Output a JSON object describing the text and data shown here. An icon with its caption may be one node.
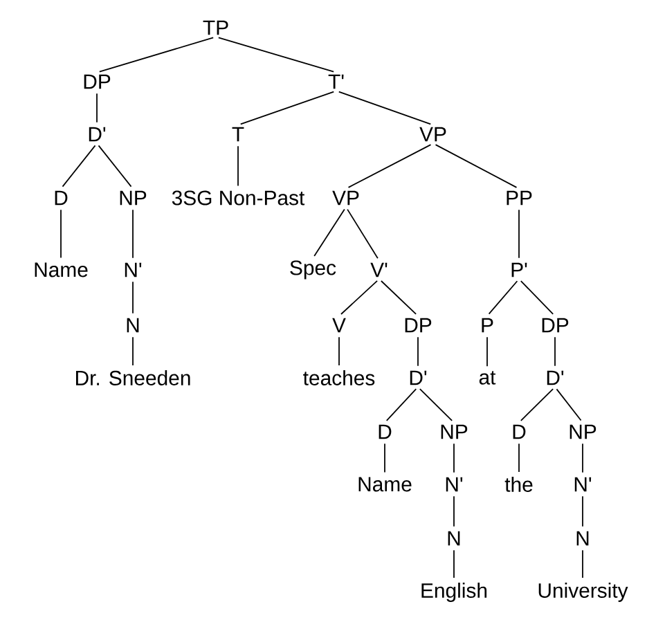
{
  "diagram": {
    "nodes": [
      {
        "text": [
          "TP"
        ]
      },
      {
        "text": [
          "DP"
        ]
      },
      {
        "text": [
          "T'"
        ]
      },
      {
        "text": [
          "D'"
        ]
      },
      {
        "text": [
          "T"
        ]
      },
      {
        "text": [
          "VP"
        ]
      },
      {
        "text": [
          "D"
        ]
      },
      {
        "text": [
          "NP"
        ]
      },
      {
        "text": [
          "3SG Non-Past"
        ]
      },
      {
        "text": [
          "VP"
        ]
      },
      {
        "text": [
          "PP"
        ]
      },
      {
        "text": [
          "Name"
        ]
      },
      {
        "text": [
          "N'"
        ]
      },
      {
        "text": [
          "Spec"
        ]
      },
      {
        "text": [
          "V'"
        ]
      },
      {
        "text": [
          "P'"
        ]
      },
      {
        "text": [
          "N"
        ]
      },
      {
        "text": [
          "V"
        ]
      },
      {
        "text": [
          "DP"
        ]
      },
      {
        "text": [
          "P"
        ]
      },
      {
        "text": [
          "DP"
        ]
      },
      {
        "text": [
          "Dr. Sneeden"
        ]
      },
      {
        "text": [
          "teaches"
        ]
      },
      {
        "text": [
          "D'"
        ]
      },
      {
        "text": [
          "at"
        ]
      },
      {
        "text": [
          "D'"
        ]
      },
      {
        "text": [
          "D"
        ]
      },
      {
        "text": [
          "NP"
        ]
      },
      {
        "text": [
          "D"
        ]
      },
      {
        "text": [
          "NP"
        ]
      },
      {
        "text": [
          "Name"
        ]
      },
      {
        "text": [
          "N'"
        ]
      },
      {
        "text": [
          "the"
        ]
      },
      {
        "text": [
          "N'"
        ]
      },
      {
        "text": [
          "N"
        ]
      },
      {
        "text": [
          "N"
        ]
      },
      {
        "text": [
          "English"
        ]
      },
      {
        "text": [
          "University"
        ]
      }
    ],
    "edges": [
      {
        "from": 0,
        "to": 1,
        "arrow": "none"
      },
      {
        "from": 0,
        "to": 2,
        "arrow": "none"
      },
      {
        "from": 1,
        "to": 3,
        "arrow": "none"
      },
      {
        "from": 2,
        "to": 4,
        "arrow": "none"
      },
      {
        "from": 2,
        "to": 5,
        "arrow": "none"
      },
      {
        "from": 3,
        "to": 6,
        "arrow": "none"
      },
      {
        "from": 3,
        "to": 7,
        "arrow": "none"
      },
      {
        "from": 4,
        "to": 8,
        "arrow": "none"
      },
      {
        "from": 5,
        "to": 9,
        "arrow": "none"
      },
      {
        "from": 5,
        "to": 10,
        "arrow": "none"
      },
      {
        "from": 6,
        "to": 11,
        "arrow": "none"
      },
      {
        "from": 7,
        "to": 12,
        "arrow": "none"
      },
      {
        "from": 9,
        "to": 13,
        "arrow": "none"
      },
      {
        "from": 9,
        "to": 14,
        "arrow": "none"
      },
      {
        "from": 10,
        "to": 15,
        "arrow": "none"
      },
      {
        "from": 12,
        "to": 16,
        "arrow": "none"
      },
      {
        "from": 14,
        "to": 17,
        "arrow": "none"
      },
      {
        "from": 14,
        "to": 18,
        "arrow": "none"
      },
      {
        "from": 15,
        "to": 19,
        "arrow": "none"
      },
      {
        "from": 15,
        "to": 20,
        "arrow": "none"
      },
      {
        "from": 16,
        "to": 21,
        "arrow": "none"
      },
      {
        "from": 17,
        "to": 22,
        "arrow": "none"
      },
      {
        "from": 18,
        "to": 23,
        "arrow": "none"
      },
      {
        "from": 19,
        "to": 24,
        "arrow": "none"
      },
      {
        "from": 20,
        "to": 25,
        "arrow": "none"
      },
      {
        "from": 23,
        "to": 26,
        "arrow": "none"
      },
      {
        "from": 23,
        "to": 27,
        "arrow": "none"
      },
      {
        "from": 25,
        "to": 28,
        "arrow": "none"
      },
      {
        "from": 25,
        "to": 29,
        "arrow": "none"
      },
      {
        "from": 26,
        "to": 30,
        "arrow": "none"
      },
      {
        "from": 27,
        "to": 31,
        "arrow": "none"
      },
      {
        "from": 28,
        "to": 32,
        "arrow": "none"
      },
      {
        "from": 29,
        "to": 33,
        "arrow": "none"
      },
      {
        "from": 31,
        "to": 34,
        "arrow": "none"
      },
      {
        "from": 33,
        "to": 35,
        "arrow": "none"
      },
      {
        "from": 34,
        "to": 36,
        "arrow": "none"
      },
      {
        "from": 35,
        "to": 37,
        "arrow": "none"
      }
    ]
  }
}
